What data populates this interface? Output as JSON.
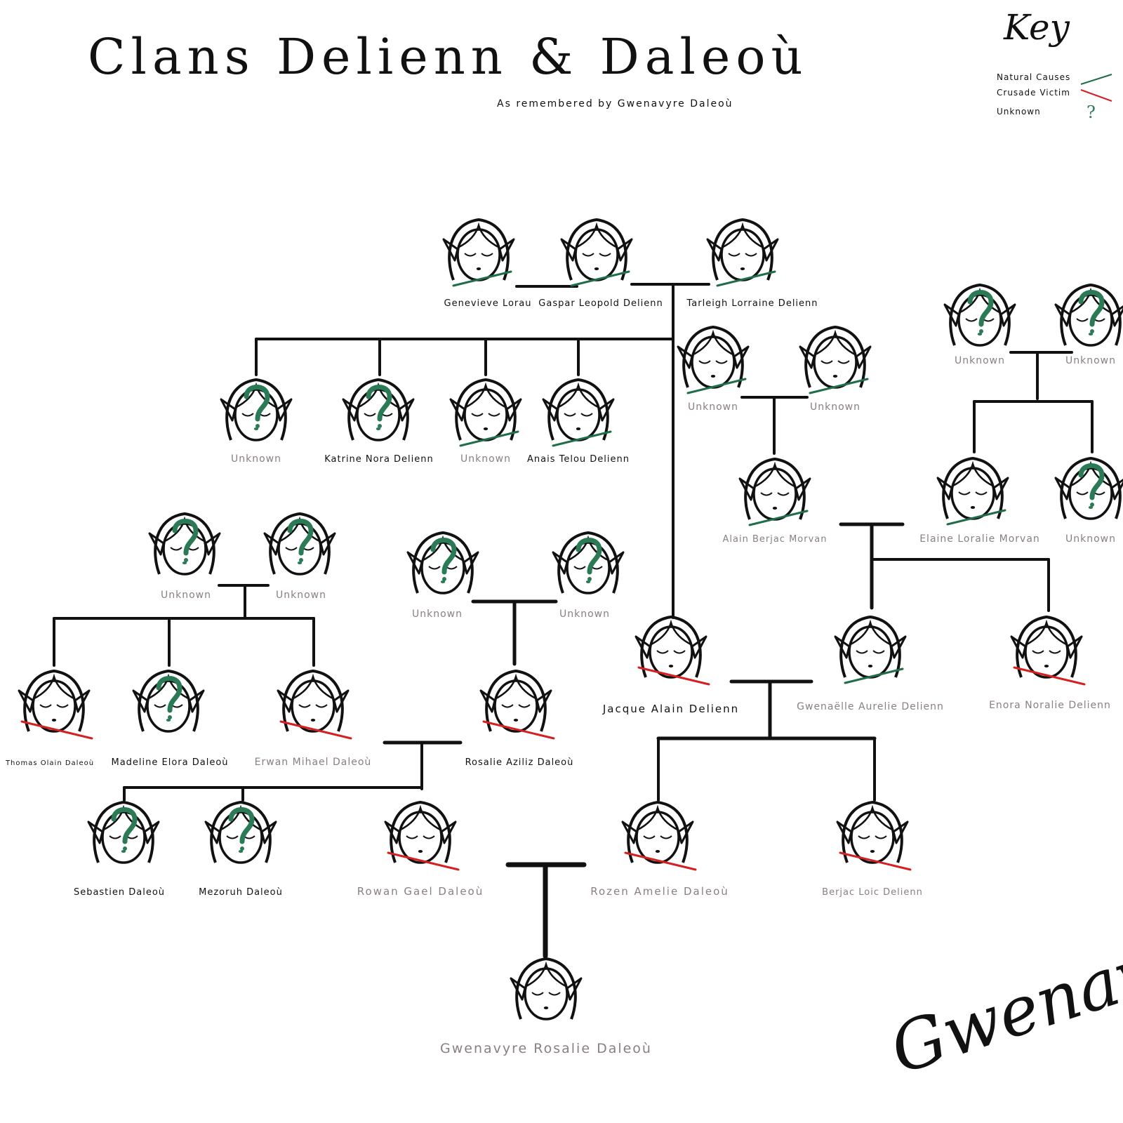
{
  "title": "Clans Delienn & Daleoù",
  "subtitle": "As remembered by Gwenavyre Daleoù",
  "key": {
    "title": "Key",
    "natural_label": "Natural Causes",
    "crusade_label": "Crusade Victim",
    "unknown_label": "Unknown",
    "unknown_glyph": "?"
  },
  "signature": "Gwenavyre",
  "colors": {
    "natural": "#1f6e48",
    "crusade": "#d42020",
    "unknown": "#2a7a55",
    "line": "#111111",
    "name_dark": "#111111",
    "name_grey": "#8a7f82"
  },
  "people": [
    {
      "name": "Genevieve Lorau",
      "status": "natural"
    },
    {
      "name": "Gaspar Leopold Delienn",
      "status": "natural"
    },
    {
      "name": "Tarleigh Lorraine Delienn",
      "status": "natural"
    },
    {
      "name": "Unknown",
      "status": "unknown"
    },
    {
      "name": "Katrine Nora Delienn",
      "status": "unknown"
    },
    {
      "name": "Unknown",
      "status": "natural"
    },
    {
      "name": "Anais Telou Delienn",
      "status": "natural"
    },
    {
      "name": "Unknown",
      "status": "natural"
    },
    {
      "name": "Unknown",
      "status": "natural"
    },
    {
      "name": "Alain Berjac Morvan",
      "status": "natural"
    },
    {
      "name": "Unknown",
      "status": "unknown"
    },
    {
      "name": "Unknown",
      "status": "unknown"
    },
    {
      "name": "Elaine Loralie Morvan",
      "status": "natural"
    },
    {
      "name": "Unknown",
      "status": "unknown"
    },
    {
      "name": "Unknown",
      "status": "unknown"
    },
    {
      "name": "Unknown",
      "status": "unknown"
    },
    {
      "name": "Unknown",
      "status": "unknown"
    },
    {
      "name": "Unknown",
      "status": "unknown"
    },
    {
      "name": "Thomas Olain Daleoù",
      "status": "crusade"
    },
    {
      "name": "Madeline Elora Daleoù",
      "status": "unknown"
    },
    {
      "name": "Erwan Mihael Daleoù",
      "status": "crusade"
    },
    {
      "name": "Rosalie Aziliz Daleoù",
      "status": "crusade"
    },
    {
      "name": "Jacque Alain Delienn",
      "status": "crusade"
    },
    {
      "name": "Gwenaëlle Aurelie Delienn",
      "status": "natural"
    },
    {
      "name": "Enora Noralie Delienn",
      "status": "crusade"
    },
    {
      "name": "Sebastien Daleoù",
      "status": "unknown"
    },
    {
      "name": "Mezoruh Daleoù",
      "status": "unknown"
    },
    {
      "name": "Rowan Gael Daleoù",
      "status": "crusade"
    },
    {
      "name": "Rozen Amelie Daleoù",
      "status": "crusade"
    },
    {
      "name": "Berjac Loic Delienn",
      "status": "crusade"
    },
    {
      "name": "Gwenavyre Rosalie Daleoù",
      "status": "living"
    }
  ]
}
